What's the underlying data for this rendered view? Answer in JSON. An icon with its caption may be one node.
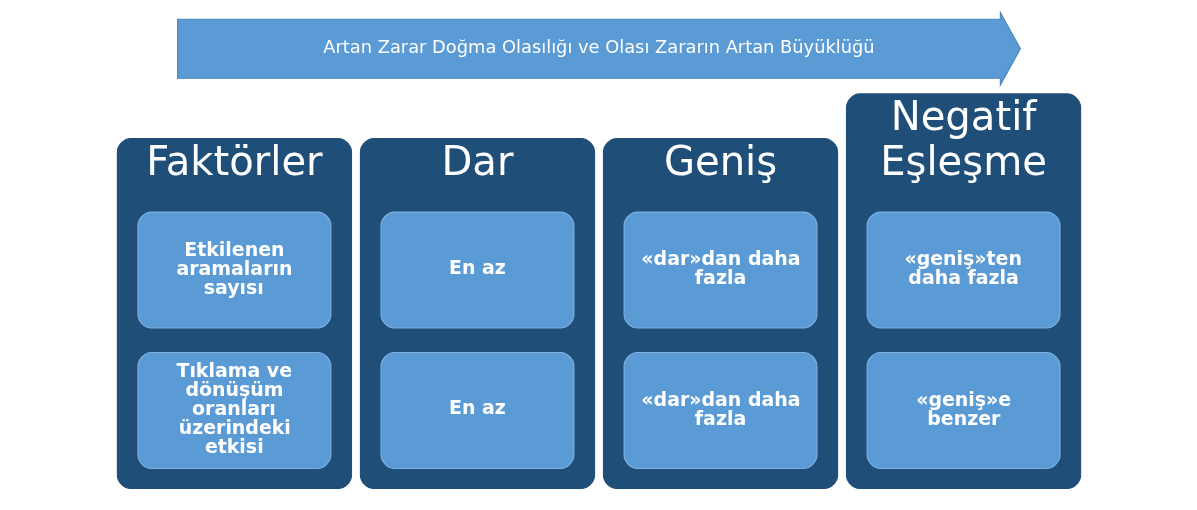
{
  "diagram": {
    "nodes": [
      {
        "text": [
          "Artan Zarar Doğma Olasılığı ve Olası Zararın Artan Büyüklüğü"
        ]
      },
      {
        "text": [
          "Faktörler"
        ]
      },
      {
        "text": [
          "Etkilenen aramaların sayısı"
        ],
        "in": 1
      },
      {
        "text": [
          "Tıklama ve dönüşüm oranları üzerindeki etkisi"
        ],
        "in": 1
      },
      {
        "text": [
          "Dar"
        ]
      },
      {
        "text": [
          "En az"
        ],
        "in": 4
      },
      {
        "text": [
          "En az"
        ],
        "in": 4
      },
      {
        "text": [
          "Geniş"
        ]
      },
      {
        "text": [
          "«dar»dan daha fazla"
        ],
        "in": 7
      },
      {
        "text": [
          "«dar»dan daha fazla"
        ],
        "in": 7
      },
      {
        "text": [
          "Negatif Eşleşme"
        ]
      },
      {
        "text": [
          "«geniş»ten daha fazla"
        ],
        "in": 10
      },
      {
        "text": [
          "«geniş»e benzer"
        ],
        "in": 10
      }
    ]
  }
}
